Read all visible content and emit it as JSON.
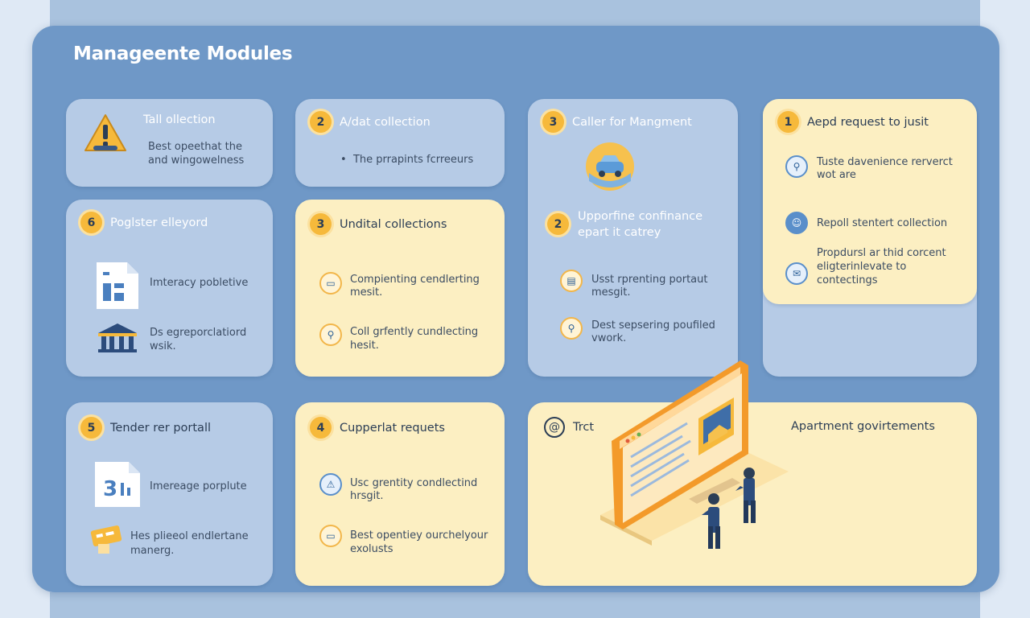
{
  "page": {
    "title": "Manageente Modules"
  },
  "cards": {
    "c1": {
      "title": "Tall ollection",
      "lines": [
        "Best opeethat the",
        "and wingowelness"
      ]
    },
    "c2": {
      "num": "2",
      "title": "A/dat collection",
      "bullet": "The prrapints fcrreeurs"
    },
    "c3": {
      "num": "3",
      "title": "Caller for Mangment",
      "sub_num": "2",
      "sub_title_1": "Upporfine confinance",
      "sub_title_2": "epart it catrey",
      "item1": [
        "Usst rprenting portaut",
        "mesgit."
      ],
      "item2": [
        "Dest sepsering poufiled",
        "vwork."
      ]
    },
    "c4": {
      "num": "1",
      "title": "Aepd request to jusit",
      "item1": [
        "Tuste davenience rerverct",
        "wot are"
      ],
      "item2": [
        "Repoll stentert collection"
      ],
      "item3": [
        "Propdursl ar thid corcent",
        "eligterinlevate to",
        "contectings"
      ]
    },
    "c5": {
      "num": "6",
      "title": "Poglster elleyord",
      "item1": [
        "Imteracy pobletive"
      ],
      "item2": [
        "Ds egreporclatiord",
        "wsik."
      ]
    },
    "c6": {
      "num": "3",
      "title": "Undital collections",
      "item1": [
        "Compienting cendlerting",
        "mesit."
      ],
      "item2": [
        "Coll grfently cundlecting",
        "hesit."
      ]
    },
    "c7": {
      "num": "5",
      "title": "Tender rer portall",
      "item1": [
        "Imereage porplute"
      ],
      "item2": [
        "Hes plieeol endlertane",
        "manerg."
      ]
    },
    "c8": {
      "num": "4",
      "title": "Cupperlat requets",
      "item1": [
        "Usc grentity condlectind",
        "hrsgit."
      ],
      "item2": [
        "Best opentiey ourchelyour",
        "exolusts"
      ]
    },
    "c9": {
      "title": "Trct",
      "right_title": "Apartment govirtements"
    }
  },
  "colors": {
    "panel": "#6f98c7",
    "card_blue": "#b6cbe6",
    "card_cream": "#fcefc2",
    "accent": "#f6b93b"
  }
}
